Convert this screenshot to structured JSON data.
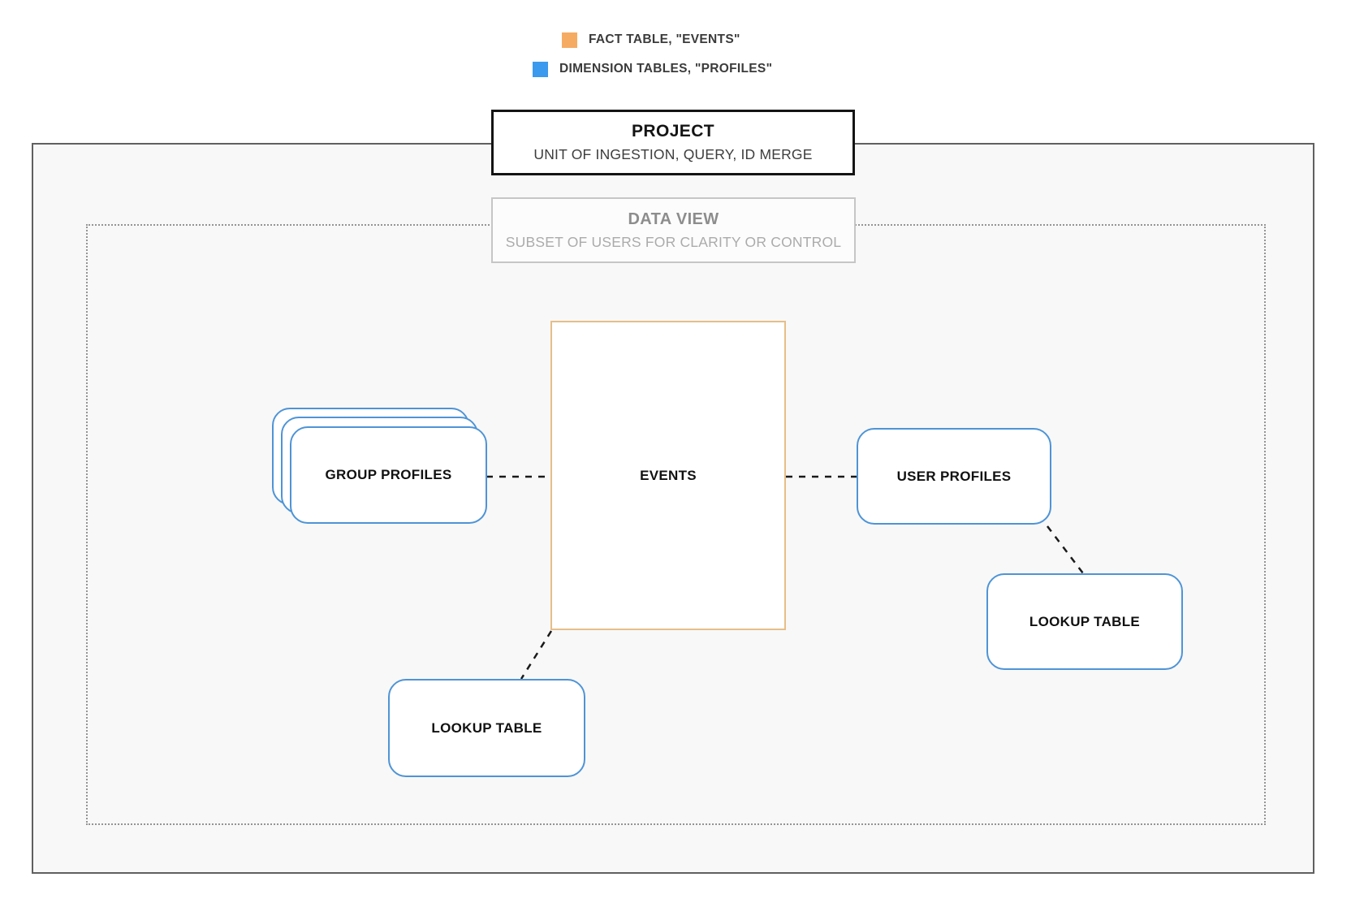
{
  "legend": {
    "items": [
      {
        "name": "fact-table",
        "label": "FACT TABLE, \"EVENTS\"",
        "color": "#F5AB62"
      },
      {
        "name": "dimension-tables",
        "label": "DIMENSION TABLES, \"PROFILES\"",
        "color": "#3B99EE"
      }
    ]
  },
  "project": {
    "title": "PROJECT",
    "subtitle": "UNIT OF INGESTION, QUERY, ID MERGE"
  },
  "data_view": {
    "title": "DATA VIEW",
    "subtitle": "SUBSET OF USERS FOR CLARITY OR CONTROL"
  },
  "nodes": {
    "events": {
      "label": "EVENTS",
      "border_color": "#E6BE89"
    },
    "group_profiles": {
      "label": "GROUP PROFILES",
      "border_color": "#4E94D6"
    },
    "user_profiles": {
      "label": "USER PROFILES",
      "border_color": "#4E94D6"
    },
    "lookup_table_right": {
      "label": "LOOKUP TABLE",
      "border_color": "#4E94D6"
    },
    "lookup_table_bottom": {
      "label": "LOOKUP TABLE",
      "border_color": "#4E94D6"
    }
  }
}
